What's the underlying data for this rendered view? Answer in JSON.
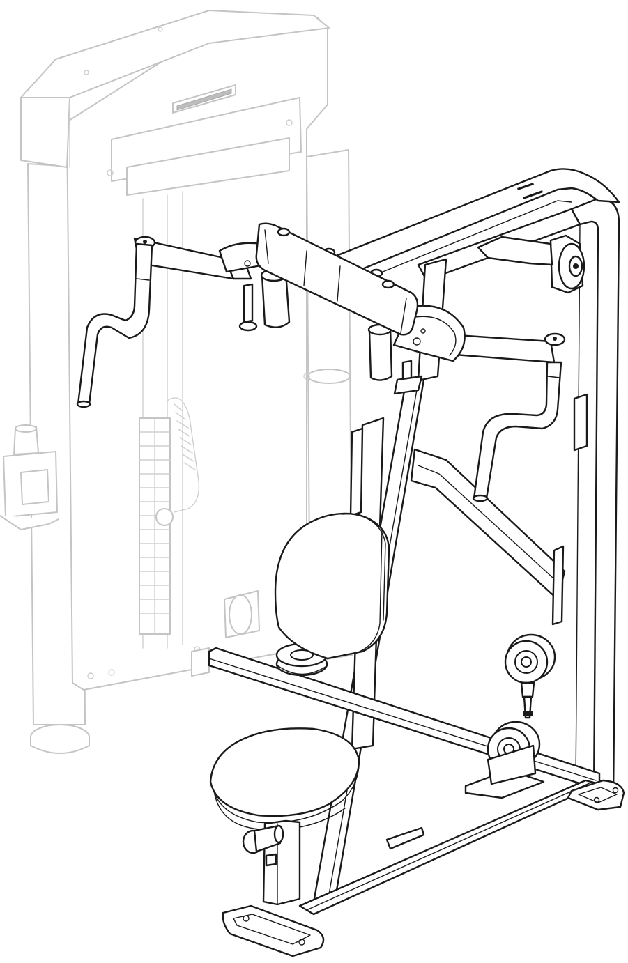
{
  "figure": {
    "background": "#ffffff",
    "line_color": "#1a1a1a",
    "ghost_color": "#c4c4c4",
    "components": [
      "weight-stack-tower",
      "main-frame",
      "overhead-crossbar",
      "chest-pad",
      "pivot-arm-assembly",
      "left-handle",
      "right-handle",
      "back-pad",
      "seat",
      "seat-adjust-pin",
      "pulleys",
      "base-feet"
    ]
  }
}
